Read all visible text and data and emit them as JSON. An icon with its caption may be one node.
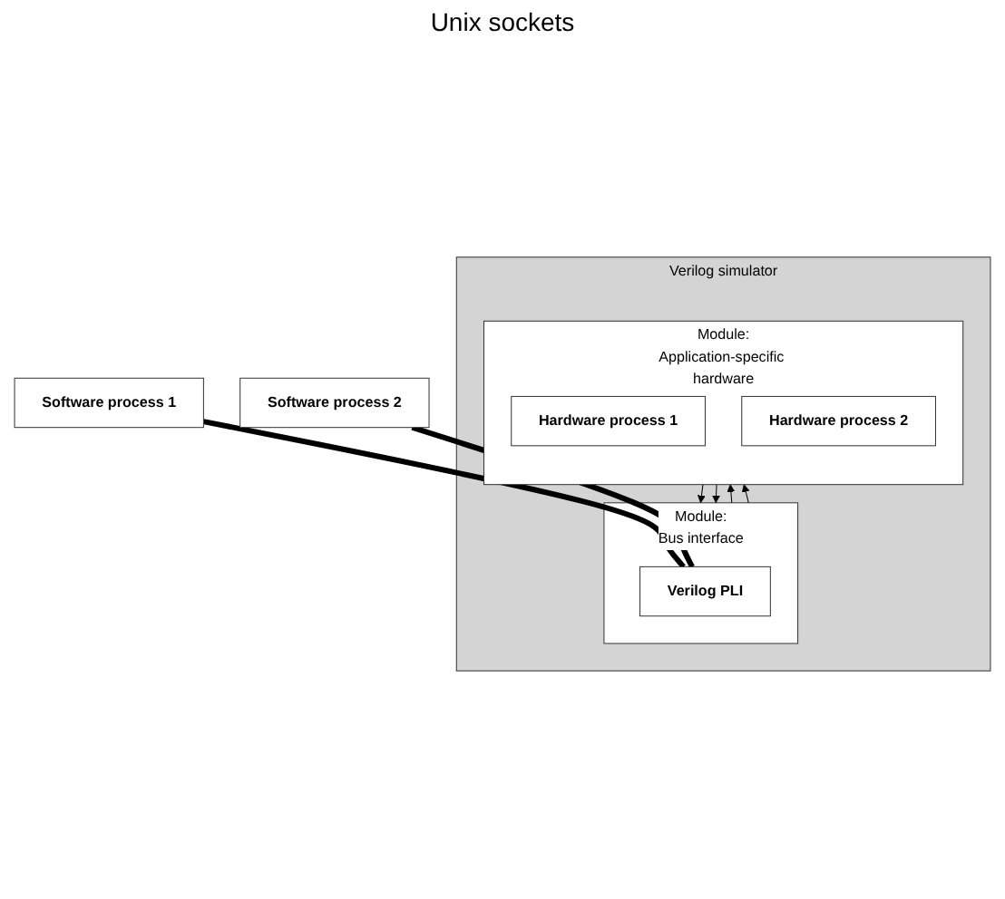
{
  "diagram": {
    "nodes": [
      {
        "text": [
          "Verilog simulator"
        ]
      },
      {
        "text": [
          "Module:",
          "Application-specific hardware"
        ],
        "in": 0
      },
      {
        "text": [
          "Hardware process 1"
        ],
        "in": 1
      },
      {
        "text": [
          "Hardware process 2"
        ],
        "in": 1
      },
      {
        "text": [
          "Software process 1"
        ]
      },
      {
        "text": [
          "Module:",
          "Bus interface"
        ],
        "in": 0
      },
      {
        "text": [
          "Software process 2"
        ]
      },
      {
        "text": [
          "Verilog PLI"
        ],
        "in": 5
      }
    ],
    "edges": [
      {
        "from": 5,
        "to": 1,
        "arrow": "to"
      },
      {
        "from": 1,
        "to": 5,
        "arrow": "to"
      },
      {
        "from": 5,
        "to": 1,
        "arrow": "to"
      },
      {
        "from": 1,
        "to": 5,
        "arrow": "to"
      },
      {
        "from": 4,
        "to": 7,
        "arrow": "none",
        "style": "thick"
      },
      {
        "from": 6,
        "to": 7,
        "arrow": "none",
        "style": "thick"
      }
    ],
    "labels": [
      "Unix sockets"
    ]
  }
}
